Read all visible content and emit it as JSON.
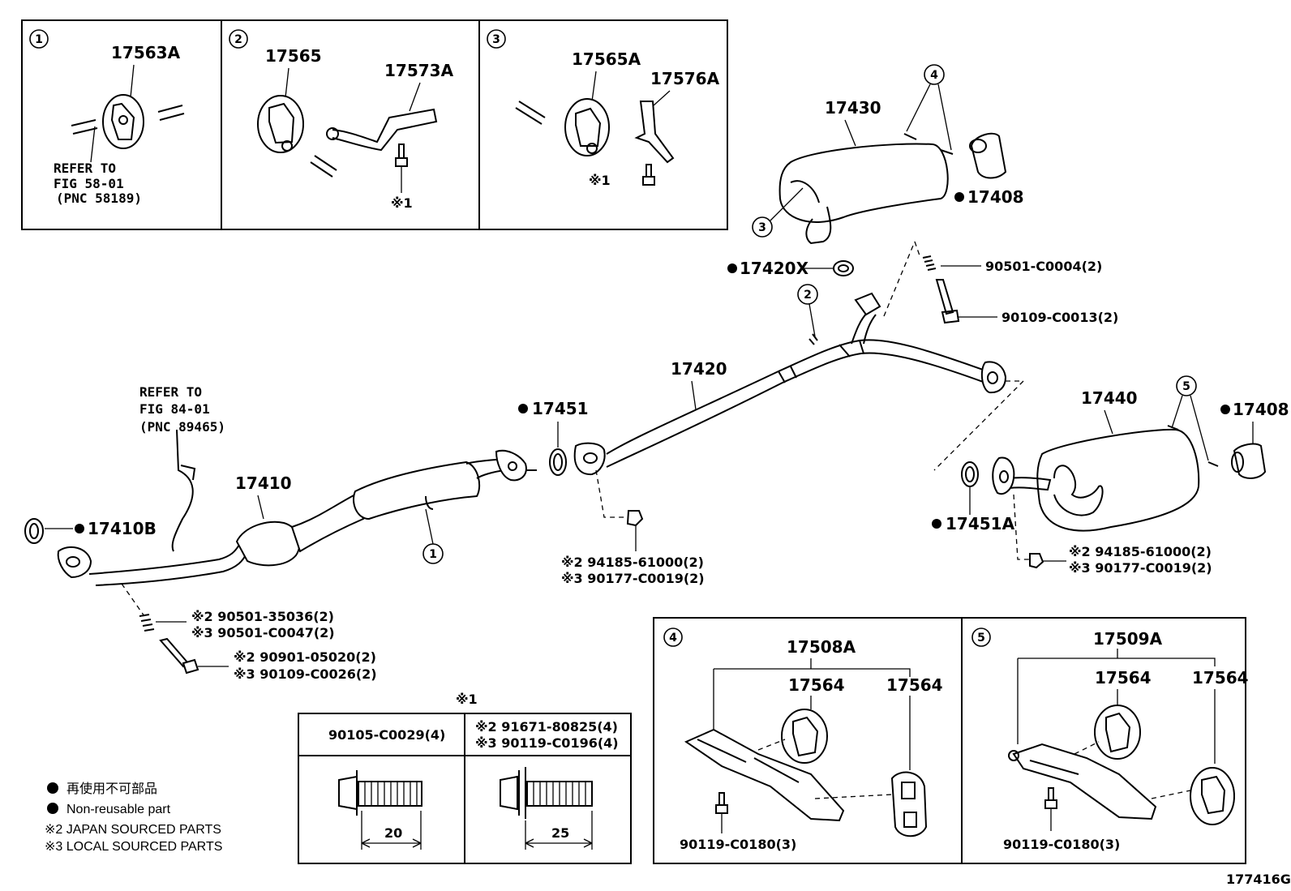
{
  "diagram_id": "177416G",
  "insets": {
    "inset1": {
      "num": "1",
      "part": "17563A",
      "refer_line1": "REFER TO",
      "refer_line2": "FIG 58-01",
      "refer_line3": "(PNC 58189)"
    },
    "inset2": {
      "num": "2",
      "part_a": "17565",
      "part_b": "17573A",
      "bolt_mark": "※1"
    },
    "inset3": {
      "num": "3",
      "part_a": "17565A",
      "part_b": "17576A",
      "bolt_mark": "※1"
    }
  },
  "main": {
    "p17430": "17430",
    "p17408_top": "17408",
    "p17420X": "17420X",
    "p90501_C0004": "90501-C0004(2)",
    "p90109_C0013": "90109-C0013(2)",
    "p17420": "17420",
    "p17451": "17451",
    "p17440": "17440",
    "p17408_right": "17408",
    "p17451A": "17451A",
    "p17410": "17410",
    "p17410B": "17410B",
    "refer84_line1": "REFER TO",
    "refer84_line2": "FIG 84-01",
    "refer84_line3": "(PNC 89465)",
    "mid_nut_jp": "※2 94185-61000(2)",
    "mid_nut_local": "※3 90177-C0019(2)",
    "rear_nut_jp": "※2 94185-61000(2)",
    "rear_nut_local": "※3 90177-C0019(2)",
    "spring_jp": "※2 90501-35036(2)",
    "spring_local": "※3 90501-C0047(2)",
    "bolt_jp": "※2 90901-05020(2)",
    "bolt_local": "※3 90109-C0026(2)",
    "callout_1": "1",
    "callout_2": "2",
    "callout_3": "3",
    "callout_4": "4",
    "callout_5": "5"
  },
  "bolt_table": {
    "title": "※1",
    "col1_part": "90105-C0029(4)",
    "col2_part_jp": "※2 91671-80825(4)",
    "col2_part_local": "※3 90119-C0196(4)",
    "col1_length": "20",
    "col2_length": "25"
  },
  "legend": {
    "nonreusable_jp": "再使用不可部品",
    "nonreusable_en": "Non-reusable part",
    "japan_sourced": "※2 JAPAN SOURCED PARTS",
    "local_sourced": "※3 LOCAL SOURCED PARTS"
  },
  "inset4": {
    "num": "4",
    "bracket": "17508A",
    "hanger_a": "17564",
    "hanger_b": "17564",
    "bolt": "90119-C0180(3)"
  },
  "inset5": {
    "num": "5",
    "bracket": "17509A",
    "hanger_a": "17564",
    "hanger_b": "17564",
    "bolt": "90119-C0180(3)"
  }
}
